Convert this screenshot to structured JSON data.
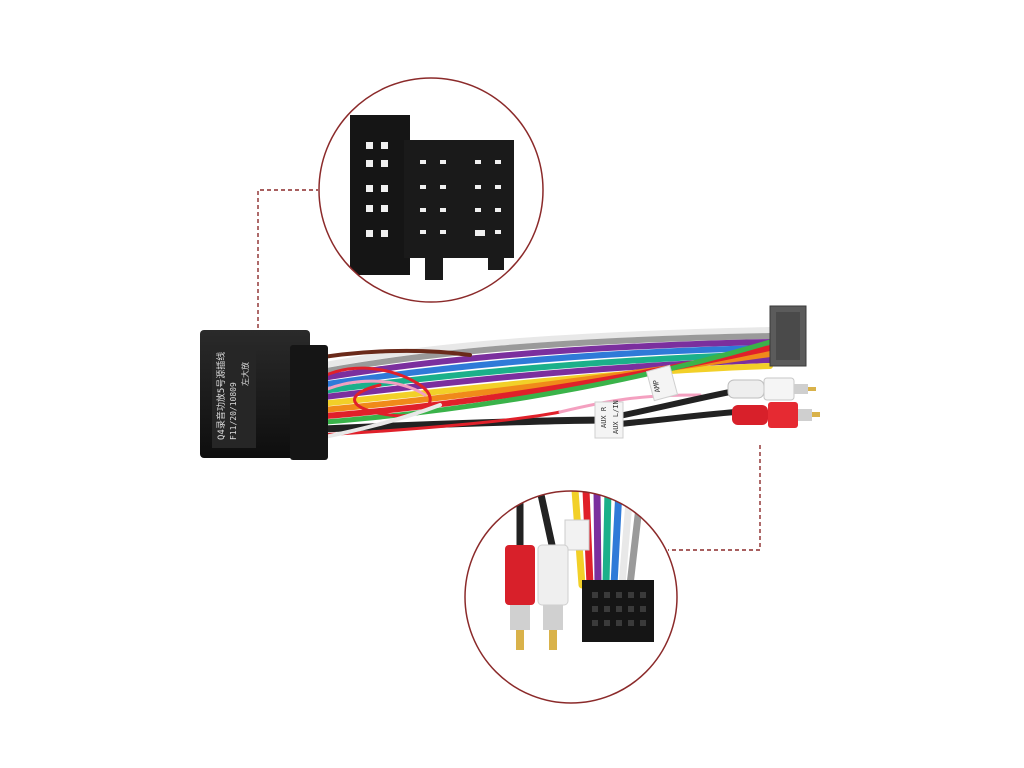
{
  "product": {
    "connector_label_line1": "Q4录音功放5号源插线",
    "connector_label_line2": "F11/20/10809",
    "connector_label_line3": "左大放",
    "tag_amp": "AMP",
    "tag_aux_1": "AUX R",
    "tag_aux_2": "AUX L/IN"
  },
  "colors": {
    "background": "#ffffff",
    "callout_ring": "#8b2a2a",
    "connector_black": "#1c1c1c",
    "connector_grey": "#5b5b5b",
    "rca_red": "#d8202a",
    "rca_white": "#f1f1f1",
    "wires": [
      "#7b2f9e",
      "#2f7ad8",
      "#e8e8e8",
      "#1bb08a",
      "#f2d028",
      "#f08a1a",
      "#e0202a",
      "#3ab34a",
      "#8a8a8a",
      "#f4a0c0",
      "#222222",
      "#6a2a1a"
    ]
  },
  "icons": {
    "iso-connector-zoom": "iso-connector-icon",
    "rca-zoom": "rca-plug-icon"
  }
}
